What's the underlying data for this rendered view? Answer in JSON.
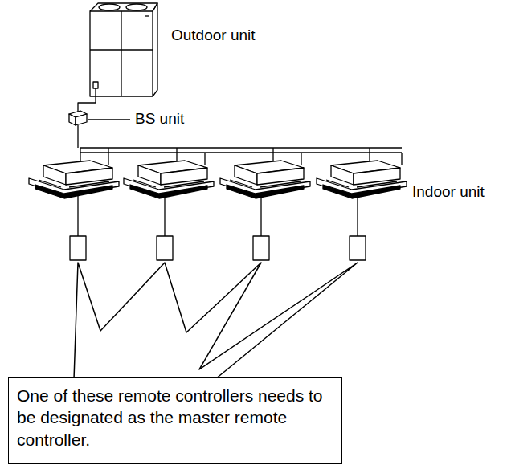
{
  "diagram": {
    "nodes": [
      {
        "text": [
          "One of these remote controllers needs to be designated as the master remote controller."
        ]
      }
    ],
    "labels": [
      "Outdoor unit",
      "BS unit",
      "Indoor unit"
    ]
  }
}
